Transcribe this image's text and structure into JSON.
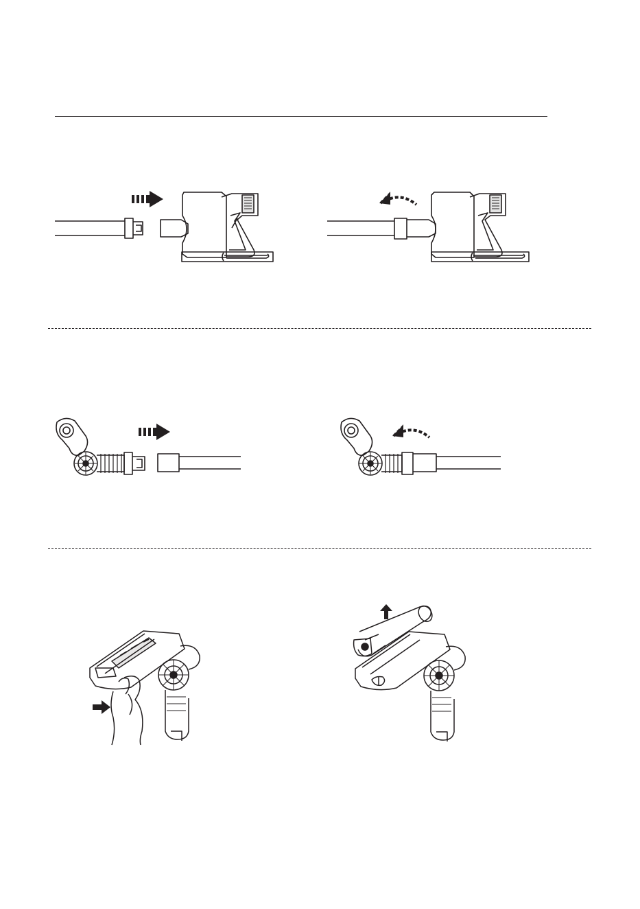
{
  "document": {
    "sections": [
      {
        "name": "handle-tube-connection",
        "steps": [
          {
            "action": "insert",
            "direction": "right",
            "icon": "dashed-arrow-right-icon"
          },
          {
            "action": "release",
            "direction": "up-left",
            "icon": "curved-arrow-icon"
          }
        ]
      },
      {
        "name": "floor-brush-tube-connection",
        "steps": [
          {
            "action": "insert",
            "direction": "right",
            "icon": "dashed-arrow-right-icon"
          },
          {
            "action": "release",
            "direction": "up-left",
            "icon": "curved-arrow-icon"
          }
        ]
      },
      {
        "name": "roller-brush-removal",
        "steps": [
          {
            "action": "press-latch",
            "direction": "right",
            "icon": "solid-arrow-right-icon"
          },
          {
            "action": "lift-roller",
            "direction": "up",
            "icon": "solid-arrow-up-icon"
          }
        ]
      }
    ],
    "colors": {
      "ink": "#231f20",
      "paper": "#ffffff"
    }
  }
}
